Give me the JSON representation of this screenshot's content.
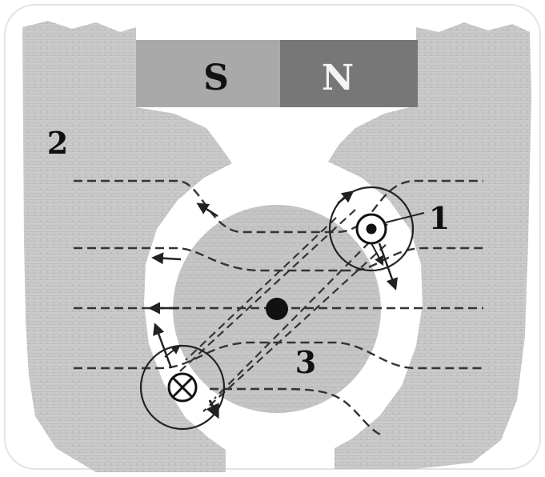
{
  "magnet": {
    "south_label": "S",
    "north_label": "N",
    "south_color": "#a9a9a9",
    "north_color": "#777777"
  },
  "labels": {
    "stator": "2",
    "coil_side": "1",
    "rotor": "3"
  },
  "colors": {
    "stator_fill": "#c9c9c9",
    "rotor_fill": "#c4c4c4",
    "line": "#303030",
    "background": "#ffffff"
  },
  "conductors": {
    "top": "dot-symbol",
    "bottom": "cross-symbol"
  }
}
